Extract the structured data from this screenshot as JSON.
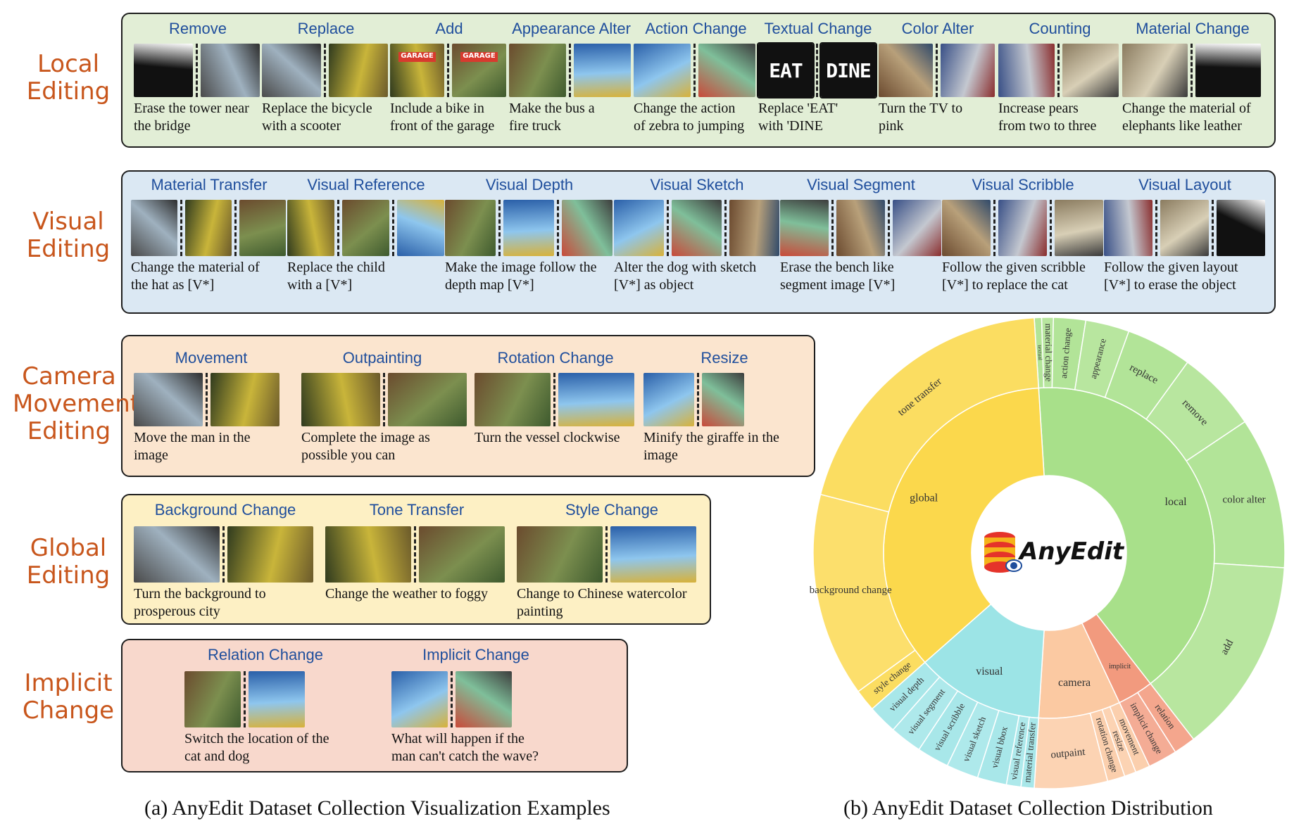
{
  "categories": {
    "local": "Local\nEditing",
    "visual": "Visual\nEditing",
    "camera": "Camera\nMovement\nEditing",
    "global": "Global\nEditing",
    "implicit": "Implicit\nChange"
  },
  "local_items": [
    {
      "title": "Remove",
      "caption": "Erase the tower near\nthe bridge"
    },
    {
      "title": "Replace",
      "caption": "Replace the bicycle\nwith a scooter"
    },
    {
      "title": "Add",
      "caption": "Include a bike in\nfront of the garage"
    },
    {
      "title": "Appearance Alter",
      "caption": "Make the bus a\nfire truck"
    },
    {
      "title": "Action Change",
      "caption": "Change the action\nof zebra to jumping"
    },
    {
      "title": "Textual Change",
      "caption": "Replace 'EAT'\nwith 'DINE"
    },
    {
      "title": "Color Alter",
      "caption": "Turn the TV to\npink"
    },
    {
      "title": "Counting",
      "caption": "Increase pears\nfrom two to three"
    },
    {
      "title": "Material Change",
      "caption": "Change the material of\nelephants like leather"
    }
  ],
  "visual_items": [
    {
      "title": "Material Transfer",
      "caption": "Change the material of\nthe hat as [V*]"
    },
    {
      "title": "Visual Reference",
      "caption": "Replace the child\nwith a [V*]"
    },
    {
      "title": "Visual Depth",
      "caption": "Make the image follow the\ndepth map [V*]"
    },
    {
      "title": "Visual Sketch",
      "caption": "Alter the dog with sketch\n[V*] as object"
    },
    {
      "title": "Visual Segment",
      "caption": "Erase the bench like\nsegment image [V*]"
    },
    {
      "title": "Visual Scribble",
      "caption": "Follow the given scribble\n[V*] to replace the cat"
    },
    {
      "title": "Visual Layout",
      "caption": "Follow the given layout\n[V*] to erase the object"
    }
  ],
  "camera_items": [
    {
      "title": "Movement",
      "caption": "Move the man in the\nimage"
    },
    {
      "title": "Outpainting",
      "caption": "Complete the image as\npossible you can"
    },
    {
      "title": "Rotation Change",
      "caption": "Turn the vessel clockwise"
    },
    {
      "title": "Resize",
      "caption": "Minify the giraffe in the\nimage"
    }
  ],
  "global_items": [
    {
      "title": "Background Change",
      "caption": "Turn the background to\nprosperous city"
    },
    {
      "title": "Tone Transfer",
      "caption": "Change the weather to foggy"
    },
    {
      "title": "Style Change",
      "caption": "Change to Chinese watercolor\npainting"
    }
  ],
  "implicit_items": [
    {
      "title": "Relation Change",
      "caption": "Switch the location of the\ncat and dog"
    },
    {
      "title": "Implicit Change",
      "caption": "What will happen if the\nman can't catch the wave?"
    }
  ],
  "thumb_text": {
    "eat": "EAT",
    "dine": "DINE",
    "garage": "GARAGE"
  },
  "caption_a": "(a) AnyEdit Dataset Collection Visualization Examples",
  "caption_b": "(b) AnyEdit Dataset Collection Distribution",
  "logo": "AnyEdit",
  "colors": {
    "local": "#e2eed6",
    "visual": "#dbe8f3",
    "camera": "#fbe5cf",
    "global": "#fdf0c4",
    "implicit": "#f8d8cc",
    "title": "#1f4e9c",
    "category": "#c8561c"
  },
  "chart_data": {
    "type": "sunburst",
    "center_label": "AnyEdit",
    "inner": [
      {
        "label": "local",
        "share": 0.405,
        "color": "#a8e08a"
      },
      {
        "label": "global",
        "share": 0.355,
        "color": "#fbd84c"
      },
      {
        "label": "visual",
        "share": 0.125,
        "color": "#9ce4e6"
      },
      {
        "label": "camera",
        "share": 0.08,
        "color": "#fbc9a2"
      },
      {
        "label": "implicit",
        "share": 0.035,
        "color": "#f29a7e"
      }
    ],
    "outer": [
      {
        "label": "add",
        "parent": "local",
        "share": 0.135
      },
      {
        "label": "color alter",
        "parent": "local",
        "share": 0.104
      },
      {
        "label": "remove",
        "parent": "local",
        "share": 0.056
      },
      {
        "label": "replace",
        "parent": "local",
        "share": 0.045
      },
      {
        "label": "appearance",
        "parent": "local",
        "share": 0.03
      },
      {
        "label": "action change",
        "parent": "local",
        "share": 0.022
      },
      {
        "label": "material change",
        "parent": "local",
        "share": 0.008
      },
      {
        "label": "textual",
        "parent": "local",
        "share": 0.005
      },
      {
        "label": "tone transfer",
        "parent": "global",
        "share": 0.2
      },
      {
        "label": "background change",
        "parent": "global",
        "share": 0.14
      },
      {
        "label": "style change",
        "parent": "global",
        "share": 0.015
      },
      {
        "label": "visual depth",
        "parent": "visual",
        "share": 0.02
      },
      {
        "label": "visual segment",
        "parent": "visual",
        "share": 0.022
      },
      {
        "label": "visual scribble",
        "parent": "visual",
        "share": 0.022
      },
      {
        "label": "visual sketch",
        "parent": "visual",
        "share": 0.022
      },
      {
        "label": "visual bbox",
        "parent": "visual",
        "share": 0.02
      },
      {
        "label": "visual reference",
        "parent": "visual",
        "share": 0.01
      },
      {
        "label": "material transfer",
        "parent": "visual",
        "share": 0.009
      },
      {
        "label": "outpaint",
        "parent": "camera",
        "share": 0.05
      },
      {
        "label": "rotation change",
        "parent": "camera",
        "share": 0.012
      },
      {
        "label": "resize",
        "parent": "camera",
        "share": 0.008
      },
      {
        "label": "movement",
        "parent": "camera",
        "share": 0.01
      },
      {
        "label": "implicit change",
        "parent": "implicit",
        "share": 0.02
      },
      {
        "label": "relation",
        "parent": "implicit",
        "share": 0.015
      }
    ]
  }
}
